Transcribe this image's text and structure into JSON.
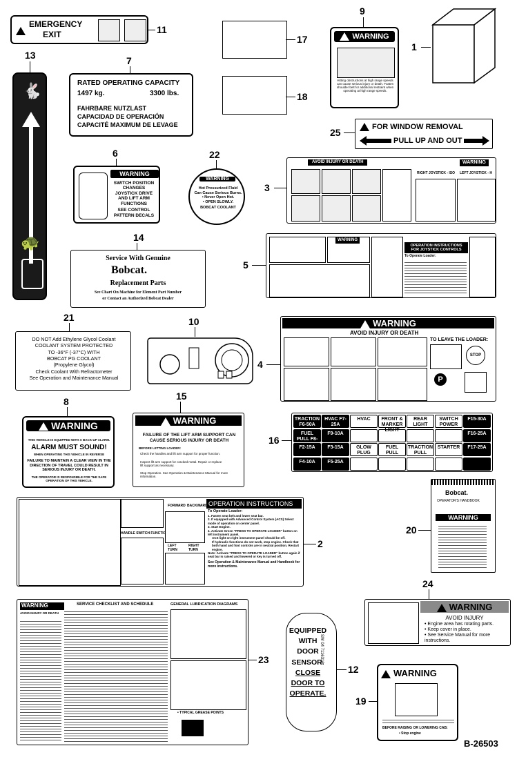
{
  "figure_id": "B-26503",
  "decals": {
    "d1": {
      "callout": "1"
    },
    "d2": {
      "callout": "2",
      "title": "OPERATION INSTRUCTIONS",
      "to_operate": "To Operate Loader:",
      "steps": [
        "1. Fasten seat belt and lower seat bar.",
        "2. If equipped with Advanced Control System (ACS) Select mode of operation on center panel.",
        "3. Start Engine.",
        "4. Activate Green \"PRESS TO OPERATE LOADER\" button on left instrument panel."
      ],
      "bullets": [
        "ACS light on right instrument panel should be off.",
        "If hydraulic functions do not work, stop engine. Check that both hand and foot controls are in neutral position. Restart engine."
      ],
      "note": "Note: Activate \"PRESS TO OPERATE LOADER\" button again if seat bar is raised and lowered or key is turned off.",
      "footer": "See Operation & Maintenance Manual and Handbook for more instructions.",
      "col_forward": "FORWARD",
      "col_backward": "BACKWARD",
      "col_left": "LEFT TURN",
      "col_right": "RIGHT TURN",
      "handle_label": "HANDLE SWITCH FUNCTIONS"
    },
    "d3": {
      "callout": "3",
      "avoid": "AVOID INJURY OR DEATH",
      "warning": "WARNING",
      "right_joystick": "RIGHT JOYSTICK - ISO",
      "left_joystick": "LEFT JOYSTICK - H"
    },
    "d4": {
      "callout": "4",
      "warning": "WARNING",
      "avoid": "AVOID INJURY OR DEATH",
      "leave": "TO LEAVE THE LOADER:",
      "stop": "STOP"
    },
    "d5": {
      "callout": "5",
      "heading": "OPERATION INSTRUCTIONS FOR JOYSTICK CONTROLS",
      "warning": "WARNING",
      "to_operate": "To Operate Loader:"
    },
    "d6": {
      "callout": "6",
      "warning": "WARNING",
      "text": [
        "SWITCH POSITION",
        "CHANGES",
        "JOYSTICK DRIVE",
        "AND LIFT ARM",
        "FUNCTIONS"
      ],
      "see": [
        "SEE CONTROL",
        "PATTERN DECALS"
      ]
    },
    "d7": {
      "callout": "7",
      "title": "RATED OPERATING CAPACITY",
      "kg": "1497 kg.",
      "lbs": "3300 lbs.",
      "lines": [
        "FAHRBARE NUTZLAST",
        "CAPACIDAD DE OPERACIÓN",
        "CAPACITÉ MAXIMUM DE LEVAGE"
      ]
    },
    "d8": {
      "callout": "8",
      "warning": "WARNING",
      "line1": "THIS VEHICLE IS EQUIPPED WITH A BACK-UP ALARM.",
      "headline": "ALARM MUST SOUND!",
      "line2": "WHEN OPERATING THIS VEHICLE IN REVERSE",
      "line3": "FAILURE TO MAINTAIN A CLEAR VIEW IN THE DIRECTION OF TRAVEL COULD RESULT IN SERIOUS INJURY OR DEATH.",
      "line4": "THE OPERATOR IS RESPONSIBLE FOR THE SAFE OPERATION OF THIS VEHICLE."
    },
    "d9": {
      "callout": "9",
      "warning": "WARNING",
      "text": "Hitting obstructions at high range speeds can cause serious injury or death. Fasten shoulder belt for additional restraint when operating at high range speeds."
    },
    "d10": {
      "callout": "10"
    },
    "d11": {
      "callout": "11",
      "title1": "EMERGENCY",
      "title2": "EXIT"
    },
    "d12": {
      "callout": "12",
      "lines": [
        "EQUIPPED",
        "WITH",
        "DOOR",
        "SENSOR.",
        "CLOSE",
        "DOOR TO",
        "OPERATE."
      ],
      "code": "SW 04 7116316"
    },
    "d13": {
      "callout": "13"
    },
    "d14": {
      "callout": "14",
      "line1": "Service With Genuine",
      "brand": "Bobcat.",
      "line2": "Replacement Parts",
      "line3": "See Chart On Machine for Element Part Number",
      "line4": "or Contact an Authorized Bobcat Dealer"
    },
    "d15": {
      "callout": "15",
      "warning": "WARNING",
      "line1": "FAILURE OF THE LIFT ARM SUPPORT CAN CAUSE SERIOUS INJURY OR DEATH",
      "line2": "BEFORE LETTING LOADER:",
      "line3": "Check the handles and lift arm support for proper function.",
      "line4": "Inspect lift arm support for cracked metal. Repair or replace lift support as necessary.",
      "line5": "Stop Operation. See Operation & Maintenance Manual for more information."
    },
    "d16": {
      "callout": "16",
      "fuses": [
        {
          "label": "TRACTION F6-50A",
          "dark": true
        },
        {
          "label": "HVAC F7-25A",
          "dark": true
        },
        {
          "label": "HVAC",
          "dark": false
        },
        {
          "label": "FRONT & MARKER LIGHT",
          "dark": false
        },
        {
          "label": "REAR LIGHT",
          "dark": false
        },
        {
          "label": "SWITCH POWER",
          "dark": false
        },
        {
          "label": "F15-30A",
          "dark": true
        },
        {
          "label": "FUEL PULL F8-40A",
          "dark": true
        },
        {
          "label": "F9-10A",
          "dark": true
        },
        {
          "label": "",
          "dark": false
        },
        {
          "label": "",
          "dark": false
        },
        {
          "label": "",
          "dark": false
        },
        {
          "label": "",
          "dark": false
        },
        {
          "label": "F16-25A",
          "dark": true
        },
        {
          "label": "F2-15A",
          "dark": true
        },
        {
          "label": "F3-15A",
          "dark": true
        },
        {
          "label": "GLOW PLUG",
          "dark": false
        },
        {
          "label": "FUEL PULL",
          "dark": false
        },
        {
          "label": "TRACTION PULL",
          "dark": false
        },
        {
          "label": "STARTER",
          "dark": false
        },
        {
          "label": "F17-25A",
          "dark": true
        },
        {
          "label": "F4-10A",
          "dark": true
        },
        {
          "label": "F5-25A",
          "dark": true
        },
        {
          "label": "",
          "dark": false
        },
        {
          "label": "",
          "dark": false
        },
        {
          "label": "",
          "dark": false
        },
        {
          "label": "",
          "dark": false
        },
        {
          "label": "",
          "dark": true
        }
      ]
    },
    "d17": {
      "callout": "17"
    },
    "d18": {
      "callout": "18"
    },
    "d19": {
      "callout": "19",
      "warning": "WARNING",
      "text": "BEFORE RAISING OR LOWERING CAB:",
      "bullet": "• Stop engine"
    },
    "d20": {
      "callout": "20",
      "brand": "Bobcat.",
      "manual": "OPERATOR'S HANDBOOK",
      "warning": "WARNING"
    },
    "d21": {
      "callout": "21",
      "lines": [
        "DO NOT Add Ethylene Glycol Coolant",
        "COOLANT SYSTEM PROTECTED",
        "TO -36°F (-37°C) WITH",
        "BOBCAT PG COOLANT",
        "(Propylene Glycol)",
        "Check Coolant With Refractometer",
        "See Operation and Maintenance Manual"
      ]
    },
    "d22": {
      "callout": "22",
      "warning": "WARNING",
      "lines": [
        "Hot Pressurized Fluid",
        "Can Cause Serious Burns.",
        "• Never Open Hot.",
        "• OPEN SLOWLY."
      ],
      "footer": "BOBCAT COOLANT"
    },
    "d23": {
      "callout": "23",
      "warning": "WARNING",
      "avoid": "AVOID INJURY OR DEATH",
      "schedule": "SERVICE CHECKLIST AND SCHEDULE",
      "lube": "GENERAL LUBRICATION DIAGRAMS",
      "points": "• TYPICAL GREASE POINTS"
    },
    "d24": {
      "callout": "24",
      "warning": "WARNING",
      "avoid": "AVOID INJURY",
      "bullets": [
        "• Engine area has rotating parts.",
        "• Keep cover in place.",
        "• See Service Manual for more instructions."
      ]
    },
    "d25": {
      "callout": "25",
      "line1": "FOR WINDOW REMOVAL",
      "line2": "PULL UP AND OUT"
    }
  },
  "colors": {
    "warning_gray": "#8a8a8a",
    "ink": "#000000"
  }
}
